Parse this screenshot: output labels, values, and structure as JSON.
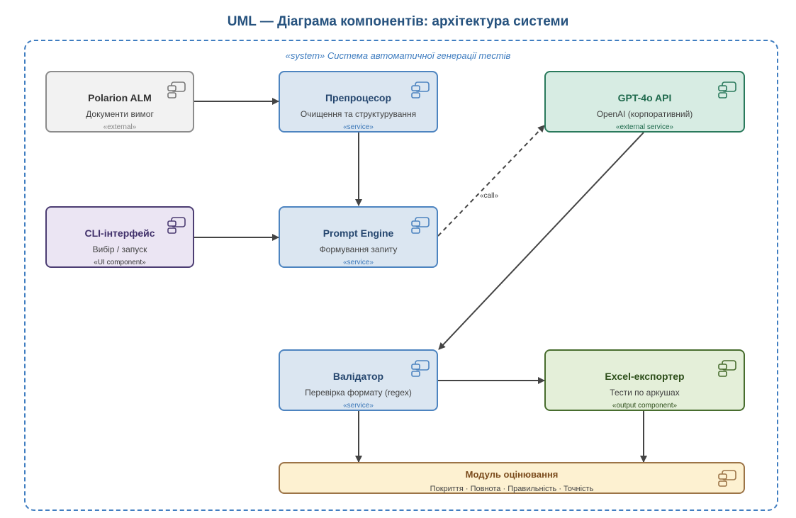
{
  "title": "UML — Діаграма компонентів: архітектура системи",
  "system_label": "«system» Система автоматичної генерації тестів",
  "components": {
    "polarion": {
      "name": "Polarion ALM",
      "desc": "Документи вимог",
      "stereo": "«external»"
    },
    "preprocessor": {
      "name": "Препроцесор",
      "desc": "Очищення та структурування",
      "stereo": "«service»"
    },
    "gpt": {
      "name": "GPT-4o API",
      "desc": "OpenAI (корпоративний)",
      "stereo": "«external service»"
    },
    "cli": {
      "name": "CLI-інтерфейс",
      "desc": "Вибір / запуск",
      "stereo": "«UI component»"
    },
    "prompt": {
      "name": "Prompt Engine",
      "desc": "Формування запиту",
      "stereo": "«service»"
    },
    "validator": {
      "name": "Валідатор",
      "desc": "Перевірка формату (regex)",
      "stereo": "«service»"
    },
    "excel": {
      "name": "Excel-експортер",
      "desc": "Тести по аркушах",
      "stereo": "«output component»"
    },
    "evaluation": {
      "name": "Модуль оцінювання",
      "desc": "Покриття · Повнота · Правильність · Точність"
    }
  },
  "edges": {
    "call_label": "«call»"
  },
  "icon": "component-icon"
}
